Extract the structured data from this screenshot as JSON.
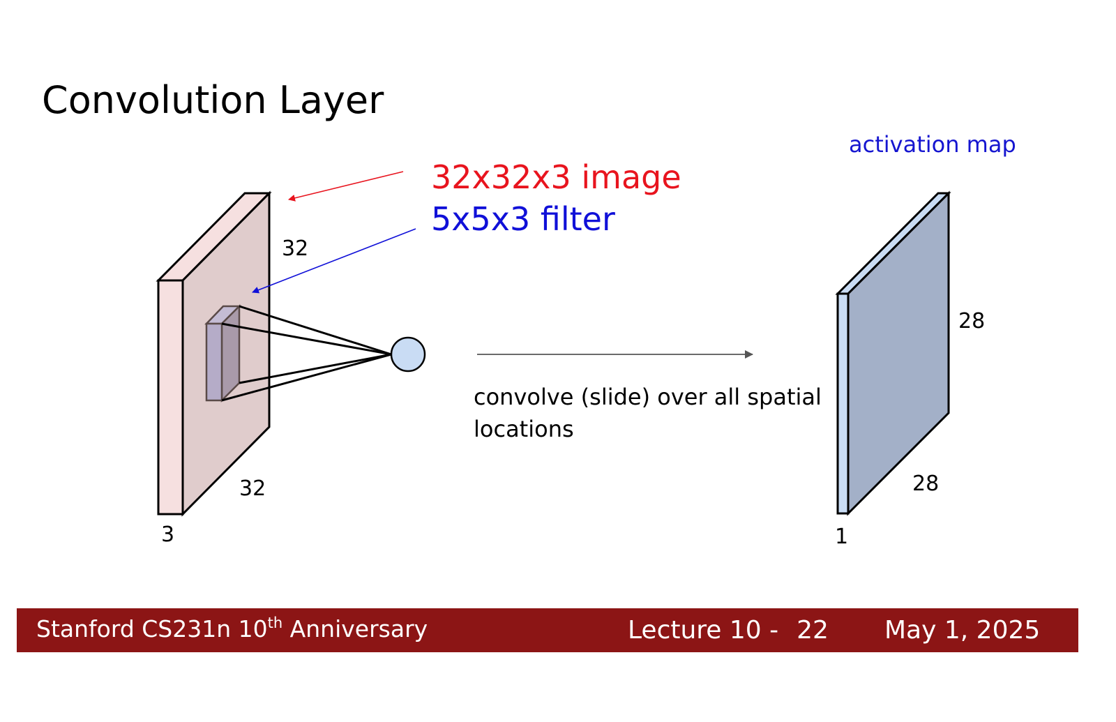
{
  "slide": {
    "title": "Convolution Layer"
  },
  "diagram": {
    "input_label": "32x32x3 image",
    "filter_label": "5x5x3 filter",
    "input_height": "32",
    "input_width": "32",
    "input_depth": "3",
    "caption_line1": "convolve (slide) over all spatial",
    "caption_line2": "locations",
    "output_title": "activation map",
    "output_height": "28",
    "output_width": "28",
    "output_depth": "1"
  },
  "colors": {
    "image_label": "#e8141e",
    "filter_label": "#1010d8",
    "activation_label": "#1515d0",
    "footer_bg": "#8c1515"
  },
  "footer": {
    "course": "Stanford CS231n 10",
    "course_sup": "th",
    "course_rest": " Anniversary",
    "lecture": "Lecture 10 -",
    "page": "22",
    "date": "May 1, 2025"
  }
}
